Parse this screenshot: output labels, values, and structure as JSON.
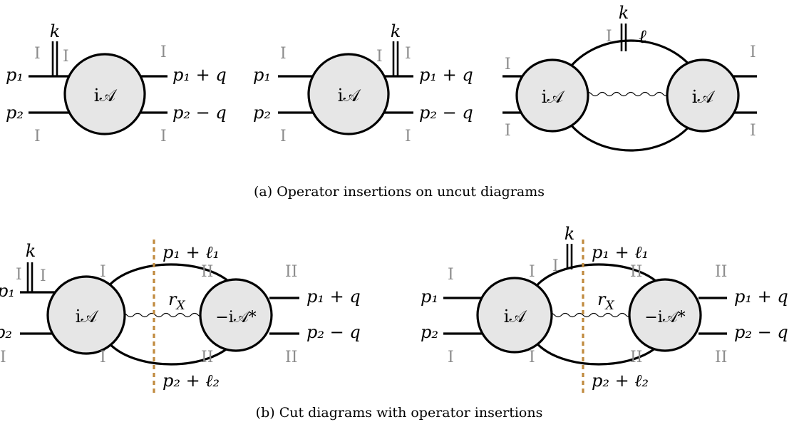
{
  "labels": {
    "p1": "p₁",
    "p2": "p₂",
    "k": "k",
    "ell": "ℓ",
    "p1q": "p₁ + q",
    "p2q": "p₂ − q",
    "p1l1": "p₁ + ℓ₁",
    "p2l2": "p₂ + ℓ₂",
    "rX": "r",
    "rX_sub": "X",
    "iA": "i𝒜",
    "miAstar": "−i𝒜*",
    "I": "I",
    "II": "II"
  },
  "captions": {
    "a": "(a) Operator insertions on uncut diagrams",
    "b": "(b) Cut diagrams with operator insertions"
  },
  "colors": {
    "blob_fill": "#e6e6e6",
    "cut_line": "#c08a3e",
    "roman_label": "#8c8c8c"
  }
}
